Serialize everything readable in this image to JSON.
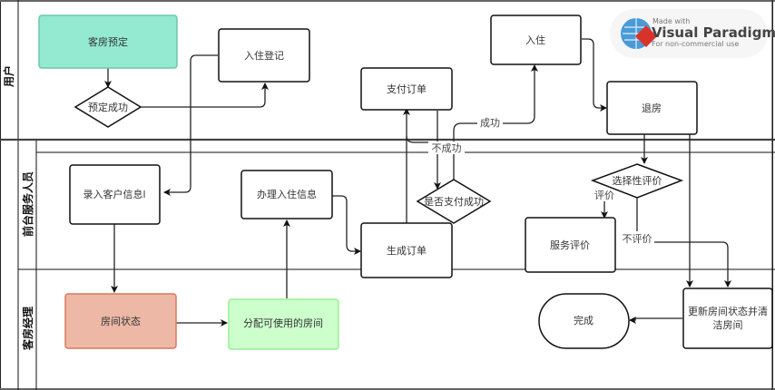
{
  "lanes": [
    {
      "label": "用户"
    },
    {
      "label": "前台服务人员"
    },
    {
      "label": "客房经理"
    }
  ],
  "nodes": {
    "book": {
      "label": "客房预定",
      "fill": "#93ead1",
      "stroke": "#6cc7a8"
    },
    "book_ok": {
      "label": "预定成功"
    },
    "checkin_reg": {
      "label": "入住登记"
    },
    "pay": {
      "label": "支付订单"
    },
    "checkin": {
      "label": "入住"
    },
    "checkout": {
      "label": "退房"
    },
    "enter_info": {
      "label": "录入客户信息l"
    },
    "do_checkin": {
      "label": "办理入住信息"
    },
    "pay_ok": {
      "label": "是否支付成功"
    },
    "gen_order": {
      "label": "生成订单"
    },
    "opt_review": {
      "label": "选择性评价"
    },
    "service_review": {
      "label": "服务评价"
    },
    "room_status": {
      "label": "房间状态",
      "fill": "#eeb8a6",
      "stroke": "#d9795f"
    },
    "assign_room": {
      "label": "分配可使用的房间",
      "fill": "#ccffcc",
      "stroke": "#99ee99"
    },
    "done": {
      "label": "完成"
    },
    "update_room": {
      "label1": "更新房间状态并清",
      "label2": "洁房间"
    }
  },
  "edge_labels": {
    "success": "成功",
    "fail": "不成功",
    "review": "评价",
    "no_review": "不评价"
  },
  "watermark": {
    "line1": "Made with",
    "line2": "Visual Paradigm",
    "line3": "For non-commercial use"
  }
}
